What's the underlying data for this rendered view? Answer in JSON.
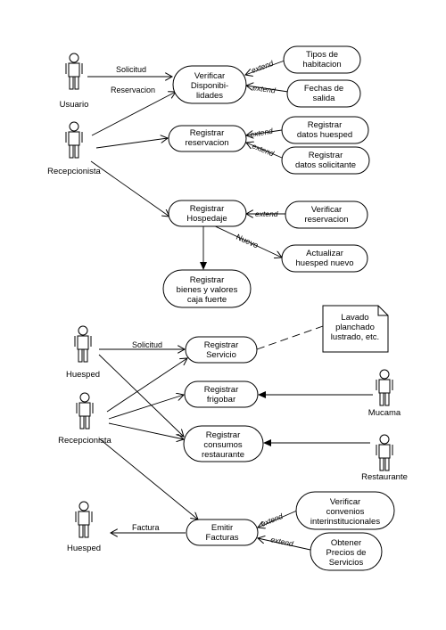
{
  "actors": {
    "usuario": "Usuario",
    "recepcionista_1": "Recepcionista",
    "huesped_1": "Huesped",
    "recepcionista_2": "Recepcionista",
    "mucama": "Mucama",
    "restaurante": "Restaurante",
    "huesped_2": "Huesped"
  },
  "use_cases": {
    "verificar_disponibilidades": [
      "Verificar",
      "Disponibi-",
      "lidades"
    ],
    "tipos_habitacion": [
      "Tipos de",
      "habitacion"
    ],
    "fechas_salida": [
      "Fechas de",
      "salida"
    ],
    "registrar_reservacion": [
      "Registrar",
      "reservacion"
    ],
    "registrar_datos_huesped": [
      "Registrar",
      "datos huesped"
    ],
    "registrar_datos_solicitante": [
      "Registrar",
      "datos solicitante"
    ],
    "registrar_hospedaje": [
      "Registrar",
      "Hospedaje"
    ],
    "verificar_reservacion": [
      "Verificar",
      "reservacion"
    ],
    "actualizar_huesped_nuevo": [
      "Actualizar",
      "huesped nuevo"
    ],
    "registrar_bienes": [
      "Registrar",
      "bienes y valores",
      "caja fuerte"
    ],
    "registrar_servicio": [
      "Registrar",
      "Servicio"
    ],
    "registrar_frigobar": [
      "Registrar",
      "frigobar"
    ],
    "registrar_consumos": [
      "Registrar",
      "consumos",
      "restaurante"
    ],
    "emitir_facturas": [
      "Emitir",
      "Facturas"
    ],
    "verificar_convenios": [
      "Verificar",
      "convenios",
      "interinstitucionales"
    ],
    "obtener_precios": [
      "Obtener",
      "Precios de",
      "Servicios"
    ]
  },
  "note": [
    "Lavado",
    "planchado",
    "lustrado, etc."
  ],
  "relation_labels": {
    "solicitud_1": "Solicitud",
    "reservacion": "Reservacion",
    "nuevo": "Nuevo",
    "solicitud_2": "Solicitud",
    "factura": "Factura",
    "extend": "extend"
  }
}
